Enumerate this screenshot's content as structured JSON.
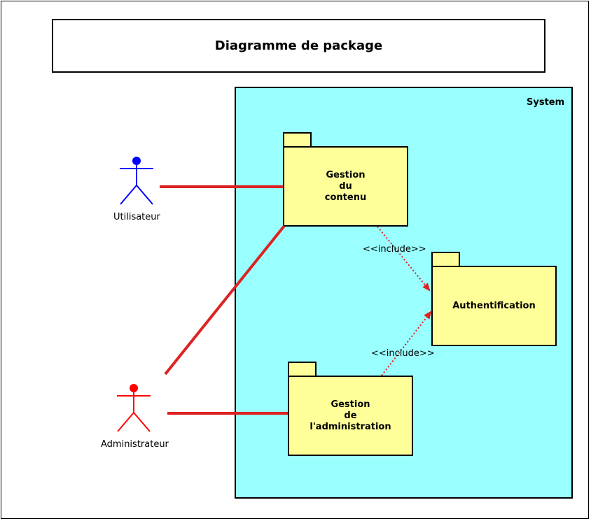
{
  "diagram": {
    "title": "Diagramme de package",
    "system": {
      "label": "System",
      "fill": "#99ffff"
    },
    "packages": [
      {
        "id": "gestion-contenu",
        "lines": [
          "Gestion",
          "du",
          "contenu"
        ]
      },
      {
        "id": "authentification",
        "lines": [
          "Authentification"
        ]
      },
      {
        "id": "gestion-administration",
        "lines": [
          "Gestion",
          "de",
          "l'administration"
        ]
      }
    ],
    "package_fill": "#ffff99",
    "actors": [
      {
        "id": "utilisateur",
        "label": "Utilisateur",
        "color": "#0000ff"
      },
      {
        "id": "administrateur",
        "label": "Administrateur",
        "color": "#ff0000"
      }
    ],
    "relations": [
      {
        "from": "gestion-contenu",
        "to": "authentification",
        "label": "<<include>>"
      },
      {
        "from": "gestion-administration",
        "to": "authentification",
        "label": "<<include>>"
      }
    ],
    "association_color": "#dd2222"
  }
}
